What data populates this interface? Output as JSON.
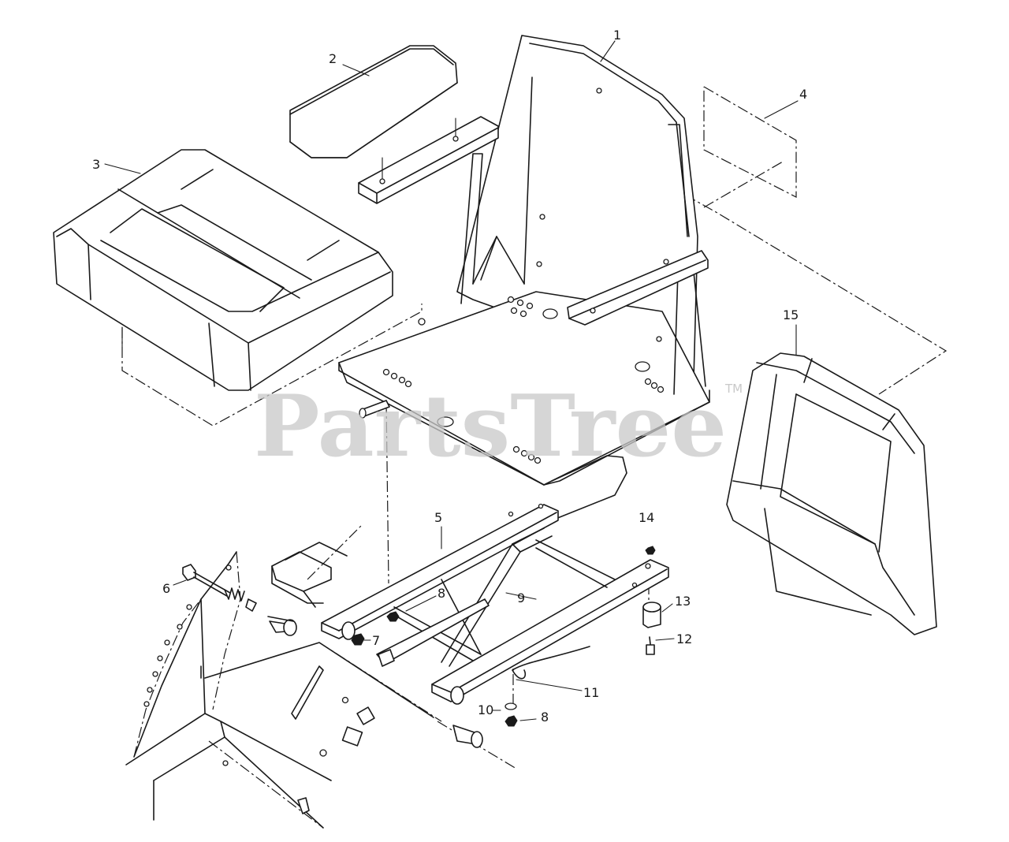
{
  "watermark": {
    "text": "PartsTree",
    "trademark": "TM"
  },
  "callouts": [
    {
      "id": "c1",
      "label": "1"
    },
    {
      "id": "c2",
      "label": "2"
    },
    {
      "id": "c3",
      "label": "3"
    },
    {
      "id": "c4",
      "label": "4"
    },
    {
      "id": "c5",
      "label": "5"
    },
    {
      "id": "c6",
      "label": "6"
    },
    {
      "id": "c7",
      "label": "7"
    },
    {
      "id": "c8a",
      "label": "8"
    },
    {
      "id": "c8b",
      "label": "8"
    },
    {
      "id": "c9",
      "label": "9"
    },
    {
      "id": "c10",
      "label": "10"
    },
    {
      "id": "c11",
      "label": "11"
    },
    {
      "id": "c12",
      "label": "12"
    },
    {
      "id": "c13",
      "label": "13"
    },
    {
      "id": "c14",
      "label": "14"
    },
    {
      "id": "c15",
      "label": "15"
    }
  ]
}
